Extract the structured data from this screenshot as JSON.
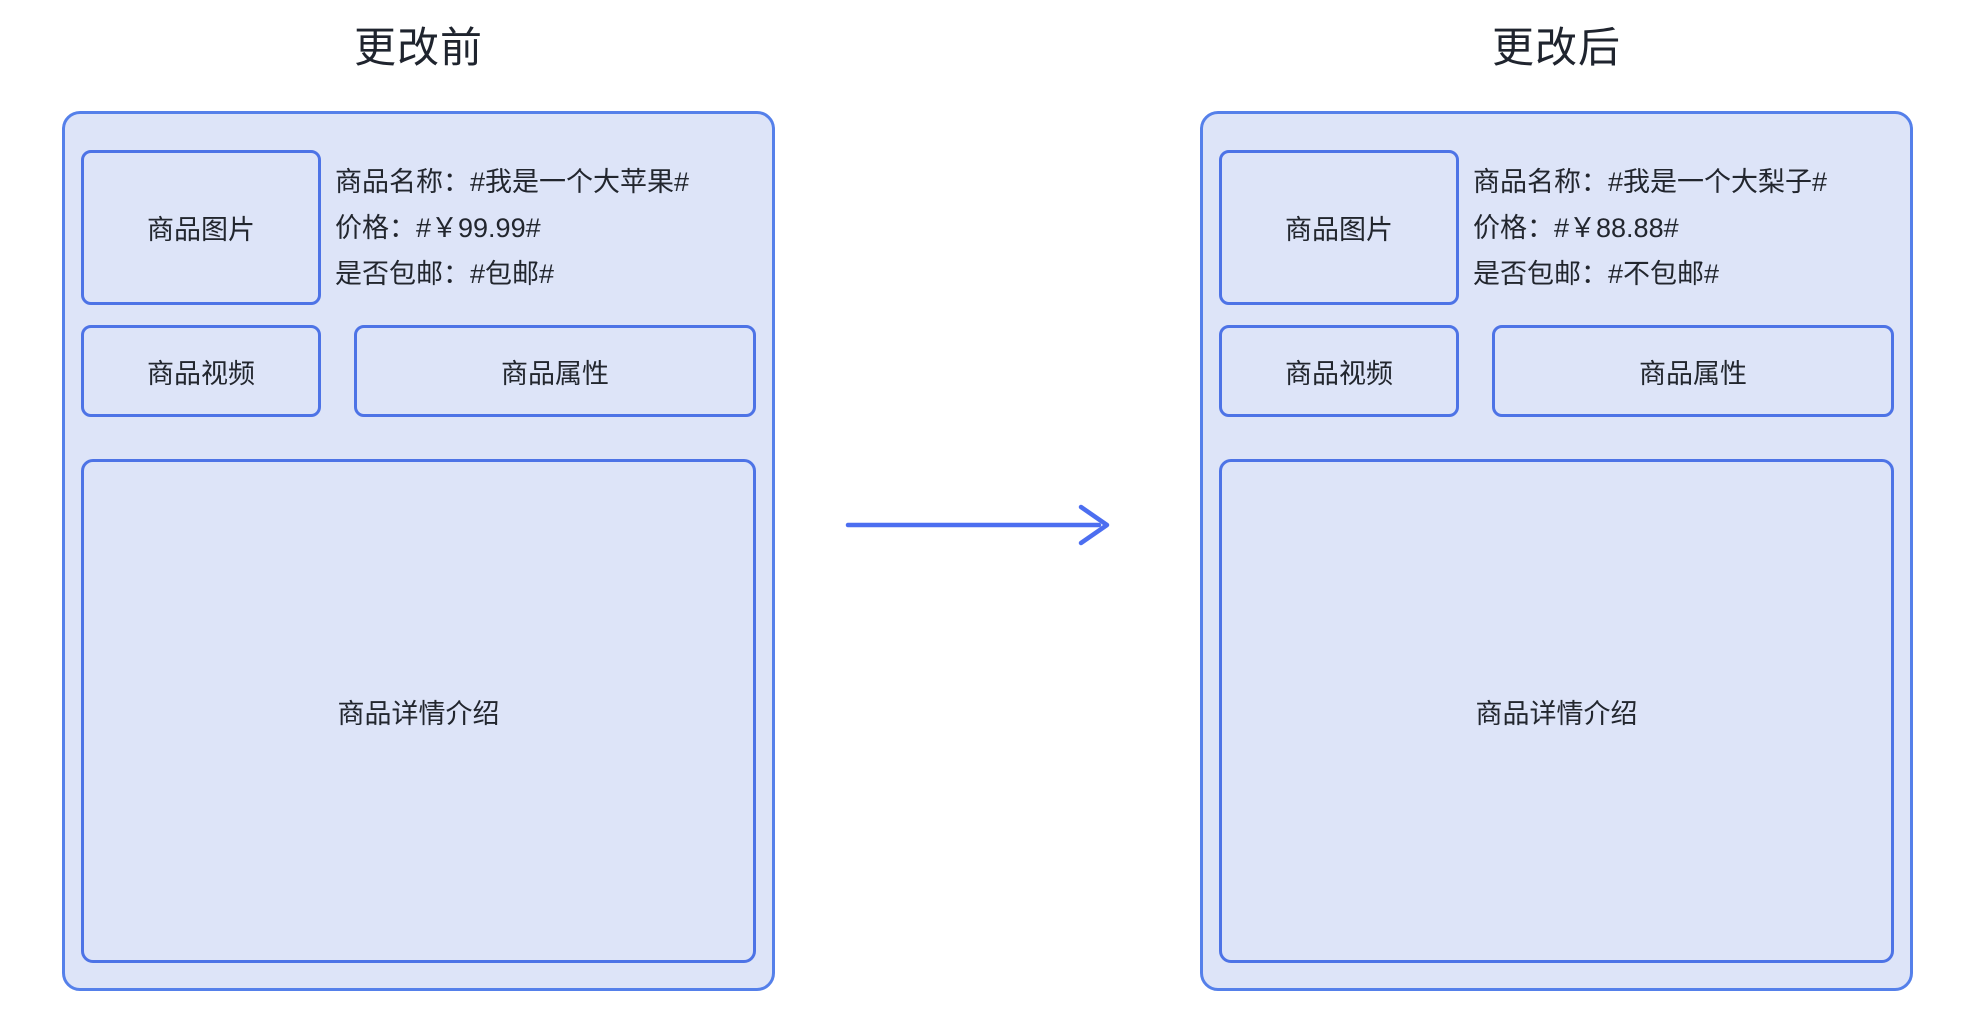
{
  "titles": {
    "before": "更改前",
    "after": "更改后"
  },
  "colors": {
    "panel_fill": "#dde4f8",
    "panel_border": "#5580ea",
    "box_border": "#4d73e6",
    "arrow": "#4c6ef0",
    "title_text": "#1f242e",
    "body_text": "#22262e"
  },
  "before": {
    "image_box": "商品图片",
    "video_box": "商品视频",
    "attr_box": "商品属性",
    "detail_box": "商品详情介绍",
    "info": {
      "name": "商品名称：#我是一个大苹果#",
      "price": "价格：#￥99.99#",
      "shipping": "是否包邮：#包邮#"
    }
  },
  "after": {
    "image_box": "商品图片",
    "video_box": "商品视频",
    "attr_box": "商品属性",
    "detail_box": "商品详情介绍",
    "info": {
      "name": "商品名称：#我是一个大梨子#",
      "price": "价格：#￥88.88#",
      "shipping": "是否包邮：#不包邮#"
    }
  }
}
